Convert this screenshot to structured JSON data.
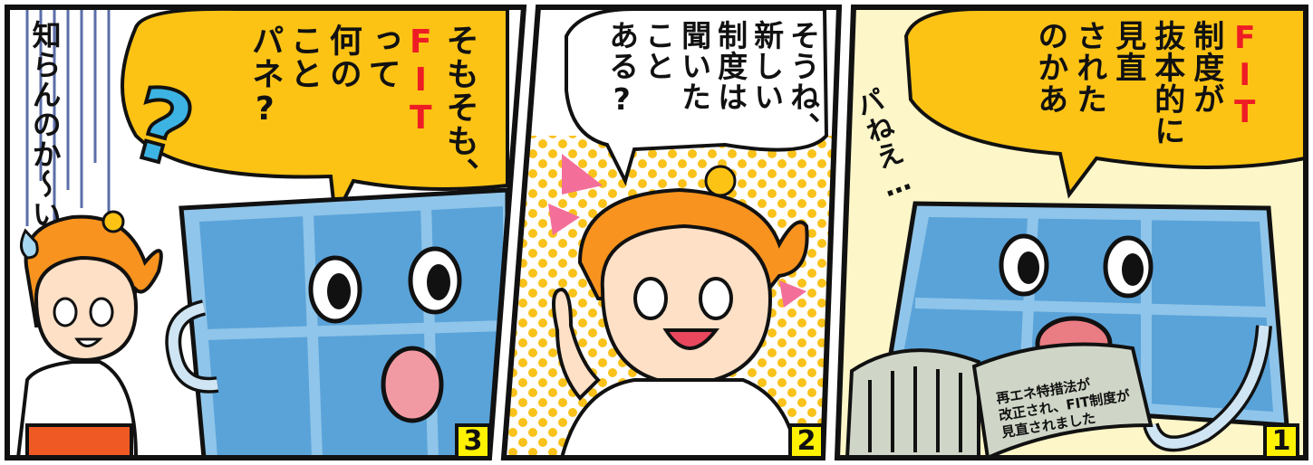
{
  "panels": [
    {
      "number": "3",
      "speech_lines": [
        "そもそも、",
        "FIT",
        "って",
        "何の",
        "こと",
        "パネ?"
      ],
      "side_text": "知らんのか〜い"
    },
    {
      "number": "2",
      "speech_lines": [
        "そうね、",
        "新しい",
        "制度は",
        "聞いた",
        "こと",
        "ある?"
      ]
    },
    {
      "number": "1",
      "speech_lines": [
        "FIT",
        "制度が",
        "抜本的に",
        "見直",
        "された",
        "のかあ"
      ],
      "side_text": "パねえ…",
      "newspaper_lines": [
        "再エネ特措法が",
        "改正され、FIT制度が",
        "見直されました"
      ]
    }
  ],
  "colors": {
    "bubble": "#fcc315",
    "panel_blue": "#5aa3d9",
    "hair": "#f7931e",
    "dots": "#f9c21b",
    "highlight": "#ee1c25"
  }
}
